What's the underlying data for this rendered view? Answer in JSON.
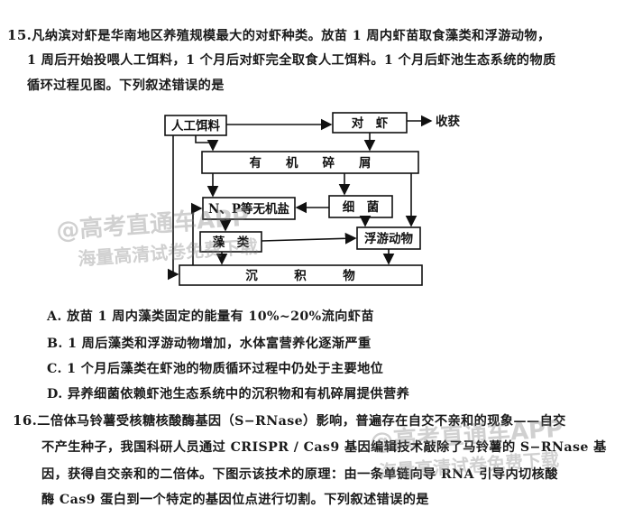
{
  "question15": {
    "number": "15.",
    "line1": "凡纳滨对虾是华南地区养殖规模最大的对虾种类。放苗 1 周内虾苗取食藻类和浮游动物，",
    "line2": "1 周后开始投喂人工饵料，1 个月后对虾完全取食人工饵料。1 个月后虾池生态系统的物质",
    "line3": "循环过程见图。下列叙述错误的是",
    "diagram": {
      "feed": "人工饵料",
      "shrimp": "对　虾",
      "harvest": "收获",
      "organic_debris": "有　　机　　碎　　屑",
      "nutrients": "N、P等无机盐",
      "bacteria": "细　菌",
      "algae": "藻　类",
      "zooplankton": "浮游动物",
      "sediment": "沉　　　积　　　物"
    },
    "options": [
      "A. 放苗 1 周内藻类固定的能量有 10%~20%流向虾苗",
      "B. 1 周后藻类和浮游动物增加，水体富营养化逐渐严重",
      "C. 1 个月后藻类在虾池的物质循环过程中仍处于主要地位",
      "D. 异养细菌依赖虾池生态系统中的沉积物和有机碎屑提供营养"
    ]
  },
  "question16": {
    "number": "16.",
    "line1": "二倍体马铃薯受核糖核酸酶基因（S−RNase）影响，普遍存在自交不亲和的现象——自交",
    "line2": "不产生种子，我国科研人员通过 CRISPR / Cas9 基因编辑技术敲除了马铃薯的 S−RNase 基",
    "line3": "因，获得自交亲和的二倍体。下图示该技术的原理：由一条单链向导 RNA 引导内切核酸",
    "line4": "酶 Cas9 蛋白到一个特定的基因位点进行切割。下列叙述错误的是"
  },
  "watermark": {
    "line1": "@高考直通车APP",
    "line2": "海量高清试卷免费下载"
  }
}
